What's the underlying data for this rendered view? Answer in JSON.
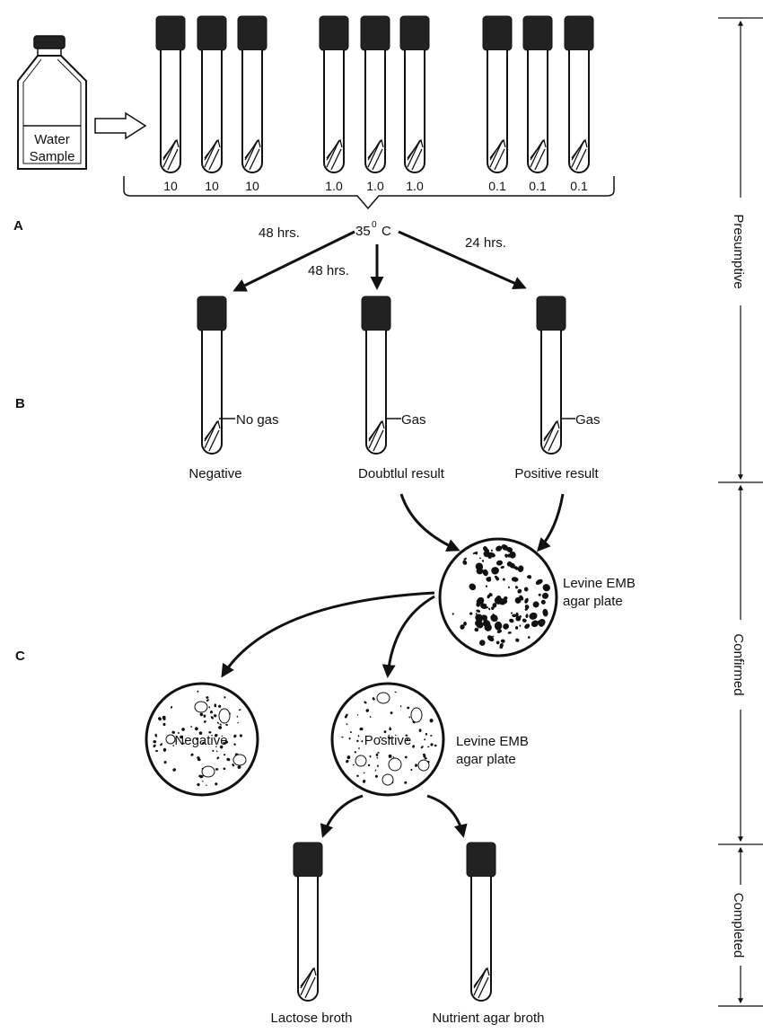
{
  "bottle": {
    "line1": "Water",
    "line2": "Sample"
  },
  "volumes": [
    "10",
    "10",
    "10",
    "1.0",
    "1.0",
    "1.0",
    "0.1",
    "0.1",
    "0.1"
  ],
  "incubation": {
    "temp_value": "35",
    "temp_degree": "0",
    "temp_unit": "C"
  },
  "branches": {
    "left_time": "48 hrs.",
    "middle_time": "48 hrs.",
    "right_time": "24 hrs."
  },
  "sections": {
    "a": "A",
    "b": "B",
    "c": "C"
  },
  "tubes_b": {
    "negative": {
      "gas_label": "No gas",
      "result": "Negative"
    },
    "doubtful": {
      "gas_label": "Gas",
      "result": "Doubtlul result"
    },
    "positive": {
      "gas_label": "Gas",
      "result": "Positive result"
    }
  },
  "emb_plate_top": {
    "line1": "Levine EMB",
    "line2": "agar plate"
  },
  "plates_c": {
    "negative": "Negative",
    "positive": "Positive",
    "side_line1": "Levine EMB",
    "side_line2": "agar plate"
  },
  "completed_tubes": {
    "lactose": "Lactose broth",
    "nutrient": "Nutrient agar broth"
  },
  "stages": {
    "presumptive": "Presumptive",
    "confirmed": "Confirmed",
    "completed": "Completed"
  }
}
